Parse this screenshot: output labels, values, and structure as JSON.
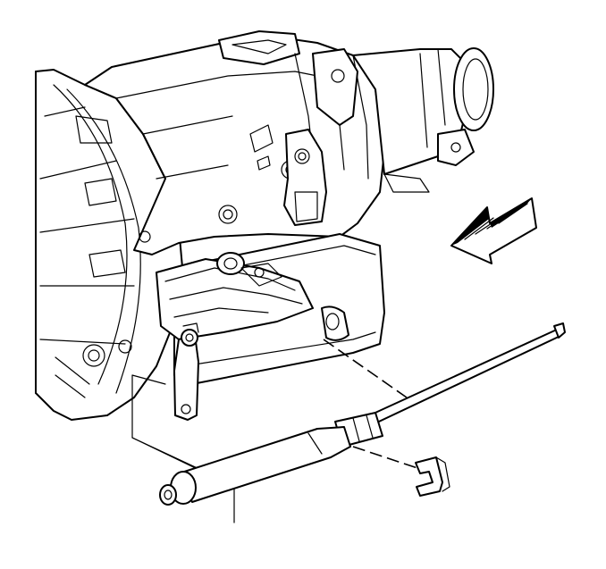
{
  "diagram": {
    "components": [
      {
        "id": "transmission-case",
        "kind": "assembly"
      },
      {
        "id": "torque-converter-housing",
        "kind": "assembly"
      },
      {
        "id": "extension-housing",
        "kind": "assembly"
      },
      {
        "id": "oil-pan",
        "kind": "assembly"
      },
      {
        "id": "shift-lever",
        "kind": "part"
      },
      {
        "id": "shift-cable",
        "kind": "part"
      },
      {
        "id": "cable-retainer-clip",
        "kind": "part"
      }
    ],
    "indicators": [
      {
        "id": "direction-arrow",
        "points": "front-left",
        "style": "hatched-3d"
      }
    ],
    "connections": [
      {
        "from": "shift-cable",
        "to": "shift-lever",
        "style": "dashed"
      },
      {
        "from": "cable-retainer-clip",
        "to": "shift-cable",
        "style": "dashed"
      }
    ],
    "colors": {
      "line": "#000000",
      "background": "#ffffff"
    }
  }
}
